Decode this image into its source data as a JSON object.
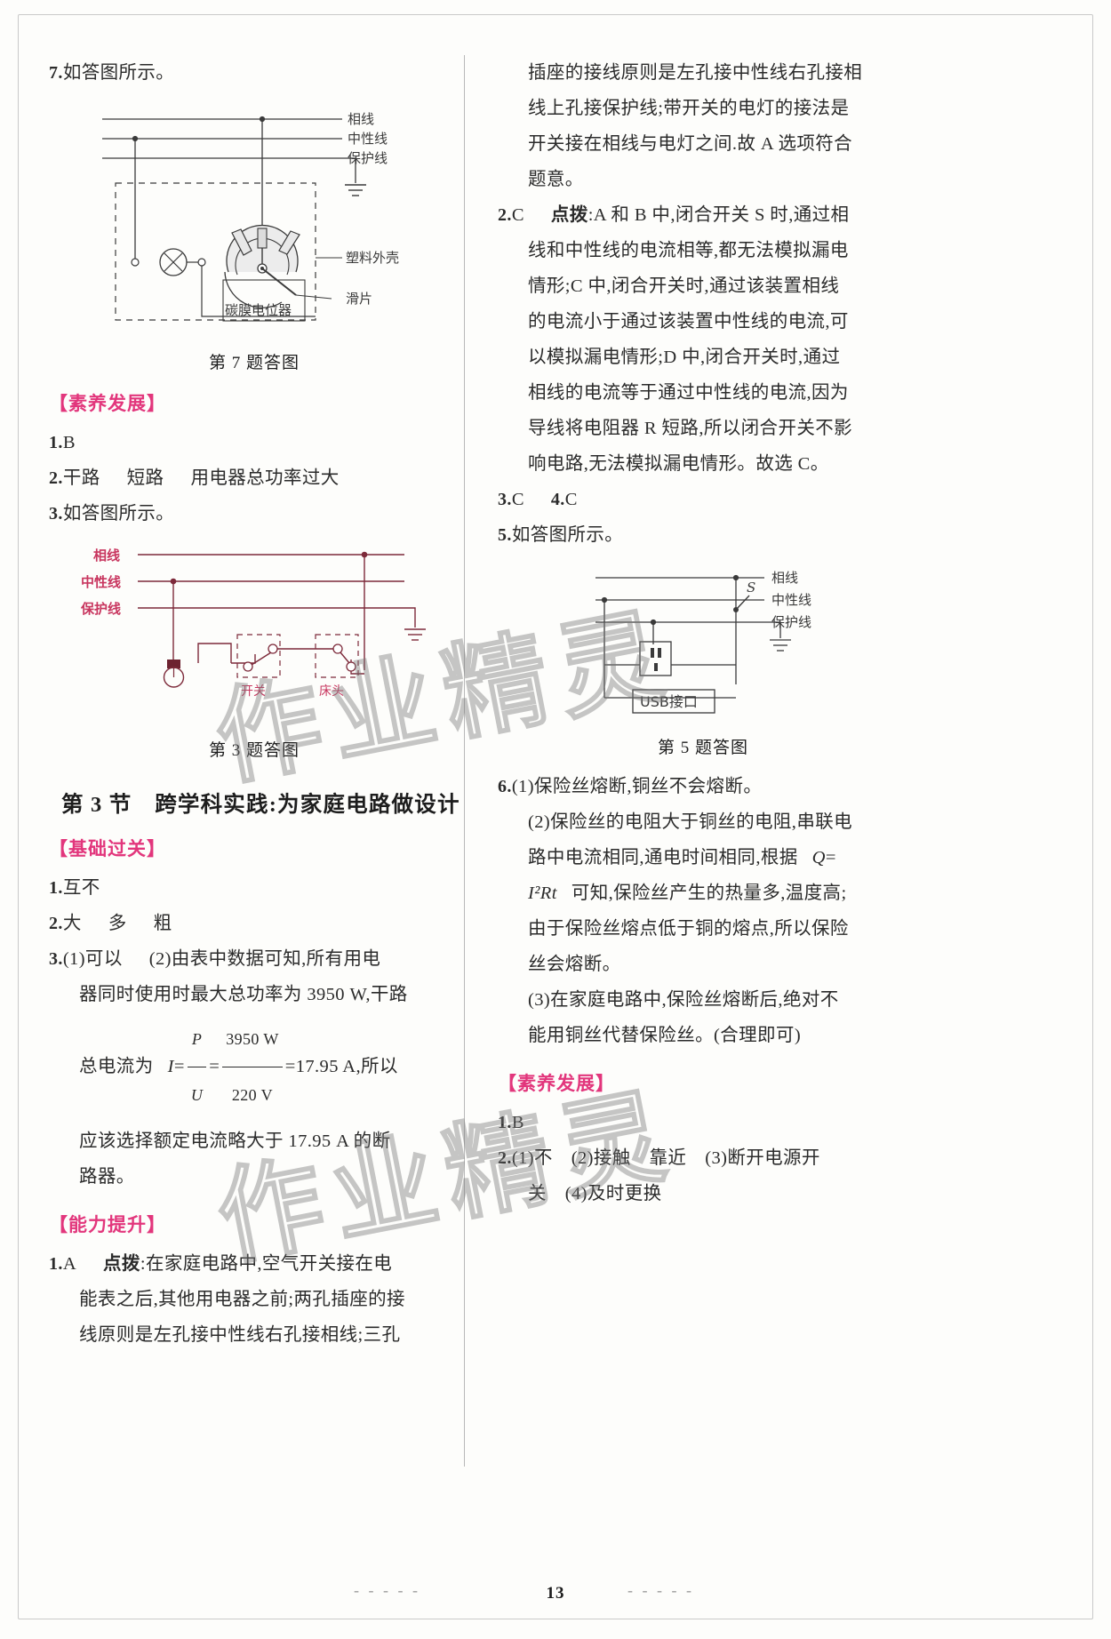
{
  "page": {
    "number": "13",
    "dots_left": "- - - - -",
    "dots_right": "- - - - -"
  },
  "watermark": {
    "text": "作业精灵"
  },
  "left_column": {
    "q7": {
      "label": "7.",
      "text": "如答图所示。",
      "figure": {
        "caption": "第 7 题答图",
        "labels": {
          "phase": "相线",
          "neutral": "中性线",
          "protect": "保护线",
          "shell": "塑料外壳",
          "slider": "滑片",
          "potentiometer": "碳膜电位器"
        }
      }
    },
    "section_suyang": {
      "header": "【素养发展】",
      "items": [
        {
          "label": "1.",
          "text": "B"
        },
        {
          "label": "2.",
          "parts": [
            "干路",
            "短路",
            "用电器总功率过大"
          ]
        },
        {
          "label": "3.",
          "text": "如答图所示。"
        }
      ],
      "figure": {
        "caption": "第 3 题答图",
        "labels": {
          "phase": "相线",
          "neutral": "中性线",
          "protect": "保护线",
          "switch1": "开关",
          "switch2": "床头"
        }
      }
    },
    "chapter": {
      "title": "第 3 节　跨学科实践:为家庭电路做设计"
    },
    "section_jichu": {
      "header": "【基础过关】",
      "items": [
        {
          "label": "1.",
          "text": "互不"
        },
        {
          "label": "2.",
          "parts": [
            "大",
            "多",
            "粗"
          ]
        },
        {
          "label": "3.",
          "line1_a": "(1)可以",
          "line1_b": "(2)由表中数据可知,所有用电",
          "line2": "器同时使用时最大总功率为 3950 W,干路",
          "line3_pre": "总电流为",
          "line3_I": "I",
          "line3_eq1": "=",
          "line3_frac1_num": "P",
          "line3_frac1_den": "U",
          "line3_eq2": "=",
          "line3_frac2_num": "3950 W",
          "line3_frac2_den": "220 V",
          "line3_eq3": "=17.95 A,所以",
          "line4": "应该选择额定电流略大于 17.95 A 的断",
          "line5": "路器。"
        }
      ]
    },
    "section_nengli": {
      "header": "【能力提升】",
      "items": [
        {
          "label": "1.",
          "answer": "A",
          "hint_label": "点拨",
          "line1": ":在家庭电路中,空气开关接在电",
          "line2": "能表之后,其他用电器之前;两孔插座的接",
          "line3": "线原则是左孔接中性线右孔接相线;三孔"
        }
      ]
    }
  },
  "right_column": {
    "continuation": {
      "line1": "插座的接线原则是左孔接中性线右孔接相",
      "line2": "线上孔接保护线;带开关的电灯的接法是",
      "line3": "开关接在相线与电灯之间.故 A 选项符合",
      "line4": "题意。"
    },
    "items": [
      {
        "label": "2.",
        "answer": "C",
        "hint_label": "点拨",
        "lines": [
          ":A 和 B 中,闭合开关 S 时,通过相",
          "线和中性线的电流相等,都无法模拟漏电",
          "情形;C 中,闭合开关时,通过该装置相线",
          "的电流小于通过该装置中性线的电流,可",
          "以模拟漏电情形;D 中,闭合开关时,通过",
          "相线的电流等于通过中性线的电流,因为",
          "导线将电阻器 R 短路,所以闭合开关不影",
          "响电路,无法模拟漏电情形。故选 C。"
        ]
      },
      {
        "label": "3.",
        "answer": "C",
        "label2": "4.",
        "answer2": "C"
      },
      {
        "label": "5.",
        "text": "如答图所示。"
      }
    ],
    "figure": {
      "caption": "第 5 题答图",
      "labels": {
        "phase": "相线",
        "neutral": "中性线",
        "protect": "保护线",
        "usb": "USB接口",
        "switch": "S"
      }
    },
    "q6": {
      "label": "6.",
      "p1": "(1)保险丝熔断,铜丝不会熔断。",
      "p2_l1": "(2)保险丝的电阻大于铜丝的电阻,串联电",
      "p2_l2_pre": "路中电流相同,通电时间相同,根据",
      "p2_l2_Q": "Q",
      "p2_l2_eq": "=",
      "p2_l3_formula": "I²Rt",
      "p2_l3_rest": "可知,保险丝产生的热量多,温度高;",
      "p2_l4": "由于保险丝熔点低于铜的熔点,所以保险",
      "p2_l5": "丝会熔断。",
      "p3_l1": "(3)在家庭电路中,保险丝熔断后,绝对不",
      "p3_l2": "能用铜丝代替保险丝。(合理即可)"
    },
    "section_suyang": {
      "header": "【素养发展】",
      "items": [
        {
          "label": "1.",
          "text": "B"
        },
        {
          "label": "2.",
          "line1": "(1)不　(2)接触　靠近　(3)断开电源开",
          "line2": "关　(4)及时更换"
        }
      ]
    }
  }
}
